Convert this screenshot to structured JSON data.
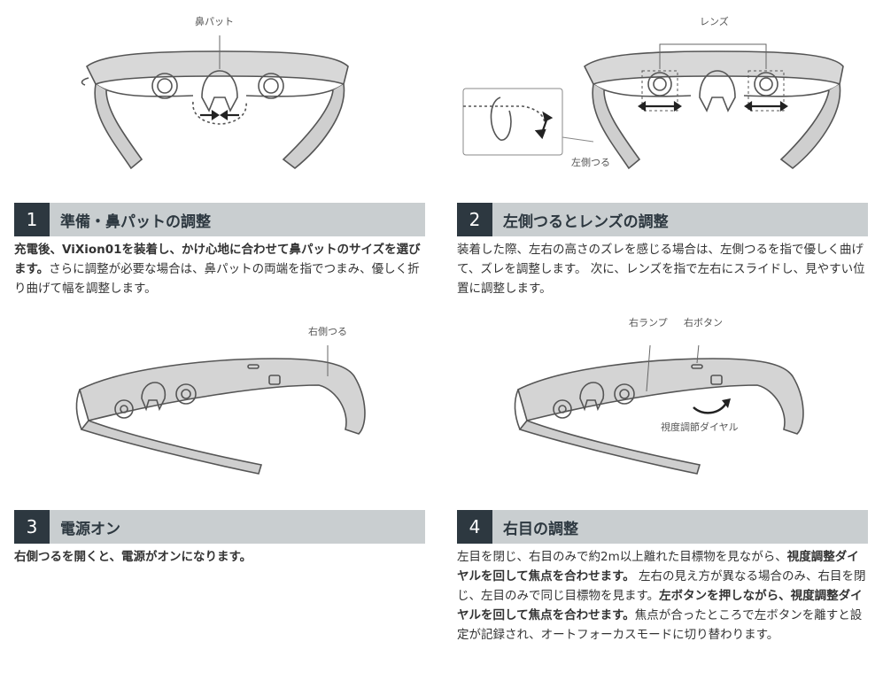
{
  "captions": {
    "nose_pad": "鼻パット",
    "lens": "レンズ",
    "left_temple": "左側つる",
    "right_temple": "右側つる",
    "right_lamp": "右ランプ",
    "right_button": "右ボタン",
    "dial": "視度調節ダイヤル"
  },
  "steps": [
    {
      "num": "1",
      "title": "準備・鼻パットの調整",
      "text_bold": "充電後、ViXion01を装着し、かけ心地に合わせて鼻パットのサイズを選びます。",
      "text": "さらに調整が必要な場合は、鼻パットの両端を指でつまみ、優しく折り曲げて幅を調整します。"
    },
    {
      "num": "2",
      "title": "左側つるとレンズの調整",
      "text": "装着した際、左右の高さのズレを感じる場合は、左側つるを指で優しく曲げて、ズレを調整します。 次に、レンズを指で左右にスライドし、見やすい位置に調整します。"
    },
    {
      "num": "3",
      "title": "電源オン",
      "text_bold": "右側つるを開くと、電源がオンになります。"
    },
    {
      "num": "4",
      "title": "右目の調整",
      "p1": "左目を閉じ、右目のみで約2m以上離れた目標物を見ながら、",
      "b1": "視度調整ダイヤルを回して焦点を合わせます。",
      "p2": " 左右の見え方が異なる場合のみ、右目を閉じ、左目のみで同じ目標物を見ます。",
      "b2": "左ボタンを押しながら、視度調整ダイヤルを回して焦点を合わせます。",
      "p3": "焦点が合ったところで左ボタンを離すと設定が記録され、オートフォーカスモードに切り替わります。"
    }
  ]
}
